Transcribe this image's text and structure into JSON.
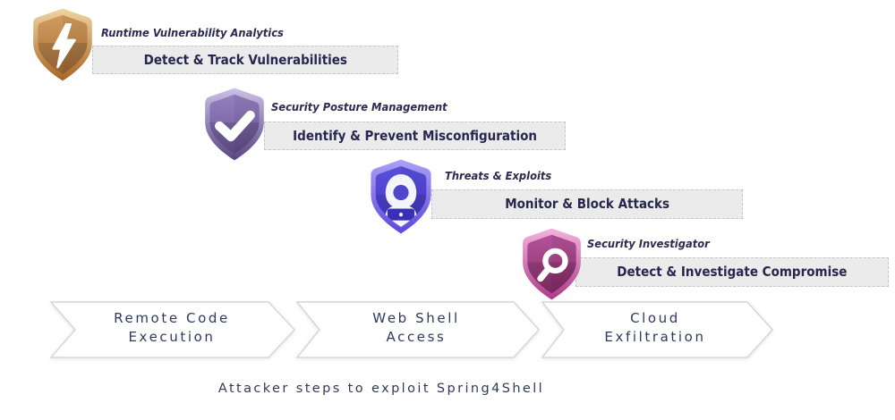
{
  "capabilities": [
    {
      "title": "Runtime Vulnerability Analytics",
      "action": "Detect & Track Vulnerabilities",
      "icon": "lightning-bolt-icon",
      "colors": {
        "rim_top": "#efd4a2",
        "rim_bottom": "#a96523",
        "inner_top": "#d09b5d",
        "inner_bottom": "#aa713b"
      }
    },
    {
      "title": "Security Posture Management",
      "action": "Identify & Prevent Misconfiguration",
      "icon": "checkmark-icon",
      "colors": {
        "rim_top": "#ccc1e8",
        "rim_bottom": "#574581",
        "inner_top": "#9480c0",
        "inner_bottom": "#6a5494"
      }
    },
    {
      "title": "Threats & Exploits",
      "action": "Monitor & Block Attacks",
      "icon": "hacker-icon",
      "colors": {
        "rim_top": "#aba0f6",
        "rim_bottom": "#5b49dd",
        "inner_top": "#5a50dc",
        "inner_bottom": "#4337c6",
        "face": "#4f46cc",
        "laptop": "#3a2eb8"
      }
    },
    {
      "title": "Security Investigator",
      "action": "Detect & Investigate Compromise",
      "icon": "magnifying-glass-icon",
      "colors": {
        "rim_top": "#f3b3de",
        "rim_bottom": "#ad3a89",
        "inner_top": "#b3539a",
        "inner_bottom": "#8e2f6d"
      }
    }
  ],
  "attack_steps": [
    {
      "line1": "Remote Code",
      "line2": "Execution"
    },
    {
      "line1": "Web Shell",
      "line2": "Access"
    },
    {
      "line1": "Cloud",
      "line2": "Exfiltration"
    }
  ],
  "caption": "Attacker steps to exploit Spring4Shell",
  "colors": {
    "text_dark": "#26264f",
    "title_text": "#2b2b52",
    "handwriting_text": "#31395c",
    "box_bg": "#ebebeb",
    "box_border": "#c6c6c6",
    "chevron_fill": "#ffffff",
    "chevron_border": "#d6d6da",
    "icon_white": "#ffffff"
  }
}
